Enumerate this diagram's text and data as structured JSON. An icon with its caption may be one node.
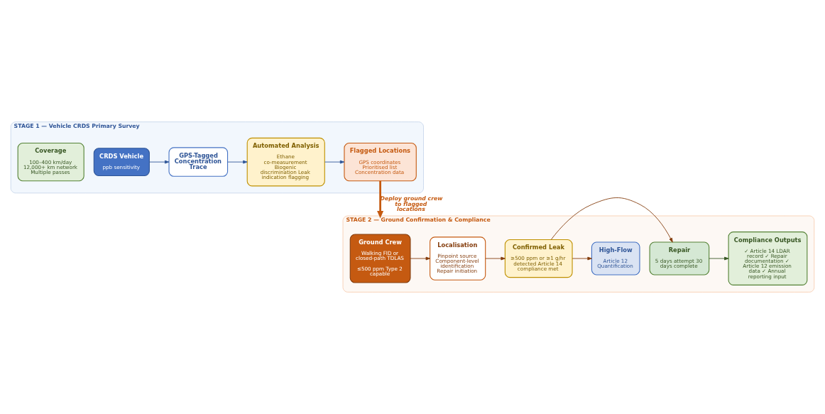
{
  "diagram": {
    "nodes": [
      {
        "text": [
          "STAGE 1 — Vehicle CRDS Primary Survey"
        ]
      },
      {
        "text": [
          "CRDS Vehicle",
          "ppb sensitivity"
        ],
        "in": 0
      },
      {
        "text": [
          "GPS-Tagged Concentration Trace"
        ],
        "in": 0
      },
      {
        "text": [
          "Automated Analysis",
          "Ethane co-measurement Biogenic discrimination Leak indication flagging"
        ],
        "in": 0
      },
      {
        "text": [
          "Flagged Locations",
          "GPS coordinates Prioritised list Concentration data"
        ],
        "in": 0
      },
      {
        "text": [
          "Coverage",
          "100–400 km/day 12,000+ km network Multiple passes"
        ],
        "in": 0
      },
      {
        "text": [
          "STAGE 2 — Ground Confirmation & Compliance"
        ]
      },
      {
        "text": [
          "Ground Crew",
          "Walking FID or closed-path TDLAS",
          "≤500 ppm Type 2 capable"
        ],
        "in": 6
      },
      {
        "text": [
          "Localisation",
          "Pinpoint source Component-level identification Repair initiation"
        ],
        "in": 6
      },
      {
        "text": [
          "Confirmed Leak",
          "≥500 ppm or ≥1 g/hr detected Article 14 compliance met"
        ],
        "in": 6
      },
      {
        "text": [
          "Repair",
          "5 days attempt 30 days complete"
        ],
        "in": 6
      },
      {
        "text": [
          "High-Flow",
          "Article 12 Quantification"
        ],
        "in": 6
      },
      {
        "text": [
          "Compliance Outputs",
          "✓ Article 14 LDAR record ✓ Repair documentation ✓ Article 12 emission data ✓ Annual reporting input"
        ],
        "in": 6
      }
    ],
    "edges": [
      {
        "from": 1,
        "to": 2,
        "arrow": "to",
        "color": "#2f5597"
      },
      {
        "from": 2,
        "to": 3,
        "arrow": "to",
        "color": "#2f5597"
      },
      {
        "from": 3,
        "to": 4,
        "arrow": "to",
        "color": "#2f5597"
      },
      {
        "from": 4,
        "to": 6,
        "arrow": "to",
        "label": "Deploy ground crew to flagged locations",
        "color": "#c55a11",
        "style": "thick"
      },
      {
        "from": 7,
        "to": 8,
        "arrow": "to",
        "color": "#843c0c"
      },
      {
        "from": 8,
        "to": 9,
        "arrow": "to",
        "color": "#843c0c"
      },
      {
        "from": 9,
        "to": 10,
        "arrow": "to",
        "color": "#843c0c"
      },
      {
        "from": 9,
        "to": 11,
        "arrow": "to",
        "color": "#843c0c"
      },
      {
        "from": 10,
        "to": 12,
        "arrow": "to",
        "color": "#375623"
      }
    ]
  }
}
